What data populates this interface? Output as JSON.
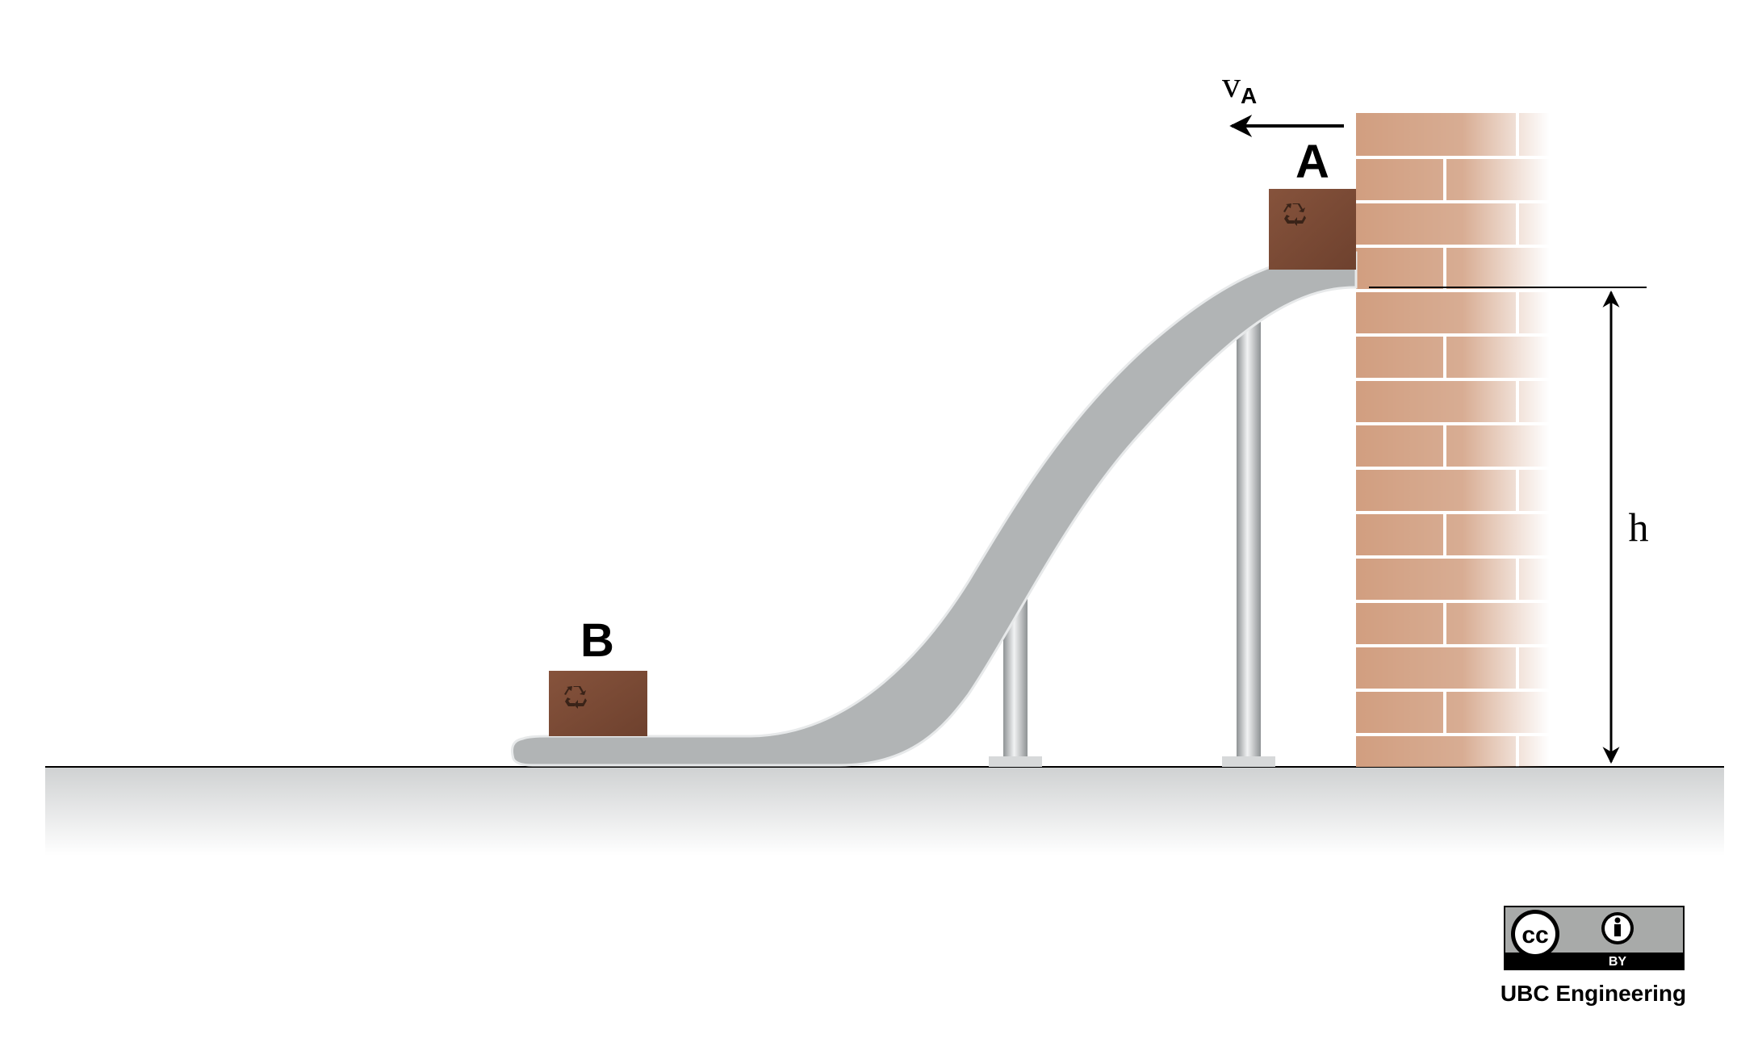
{
  "labels": {
    "box_a": "A",
    "box_b": "B",
    "velocity_symbol": "v",
    "velocity_subscript": "A",
    "height": "h"
  },
  "license": {
    "cc_text": "cc",
    "by_text": "BY",
    "credit": "UBC Engineering"
  },
  "colors": {
    "background": "#ffffff",
    "slide": "#b1b4b5",
    "slide_edge": "#e7e9ea",
    "box": "#7b4a35",
    "box_symbol": "#3a2318",
    "brick": "#d6a586",
    "mortar": "#ffffff",
    "pole": "#c2c5c7",
    "ink": "#000000",
    "badge_bg": "#a8aaa9"
  },
  "icons": {
    "recycle": "recycle-icon",
    "cc": "cc-icon",
    "person": "by-person-icon"
  }
}
